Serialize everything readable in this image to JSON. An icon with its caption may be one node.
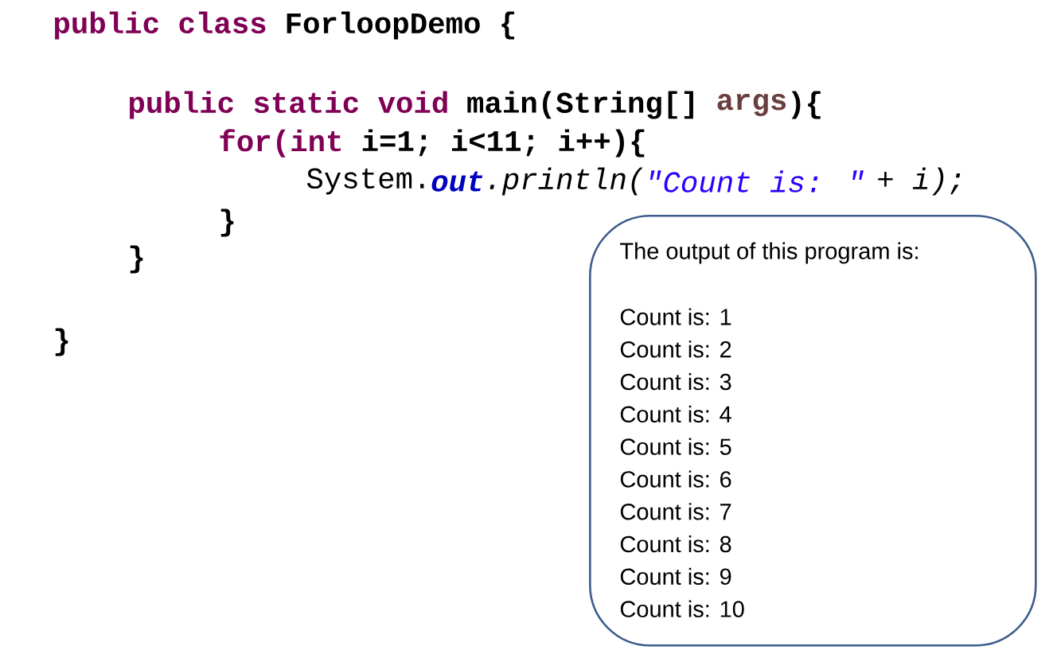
{
  "diagram": {
    "nodes": [
      {
        "text": [
          "The output of this program is:",
          "Count is: 1",
          "Count is: 2",
          "Count is: 3",
          "Count is: 4",
          "Count is: 5",
          "Count is: 6",
          "Count is: 7",
          "Count is: 8",
          "Count is: 9",
          "Count is: 10"
        ]
      }
    ],
    "labels": [
      "public class",
      "ForloopDemo {",
      "public static void",
      "main(String[]",
      "args",
      "){",
      "for(int",
      "i=1; i<11; i++){",
      "System.",
      "out",
      ".println(",
      "\"Count is: \"",
      "+ i);",
      "}",
      "}",
      "}"
    ]
  }
}
